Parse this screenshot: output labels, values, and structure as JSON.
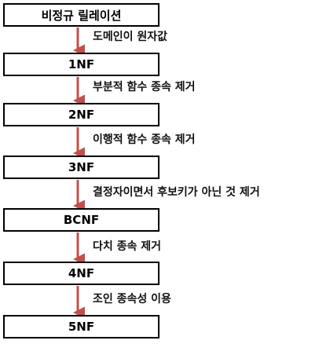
{
  "stages": [
    {
      "name": "비정규 릴레이션"
    },
    {
      "name": "1NF"
    },
    {
      "name": "2NF"
    },
    {
      "name": "3NF"
    },
    {
      "name": "BCNF"
    },
    {
      "name": "4NF"
    },
    {
      "name": "5NF"
    }
  ],
  "transitions": [
    {
      "label": "도메인이 원자값"
    },
    {
      "label": "부분적 함수 종속 제거"
    },
    {
      "label": "이행적 함수 종속 제거"
    },
    {
      "label": "결정자이면서 후보키가 아닌 것 제거"
    },
    {
      "label": "다치 종속 제거"
    },
    {
      "label": "조인 종속성 이용"
    }
  ],
  "colors": {
    "arrow": "#c0504d",
    "box_border": "#000000"
  }
}
